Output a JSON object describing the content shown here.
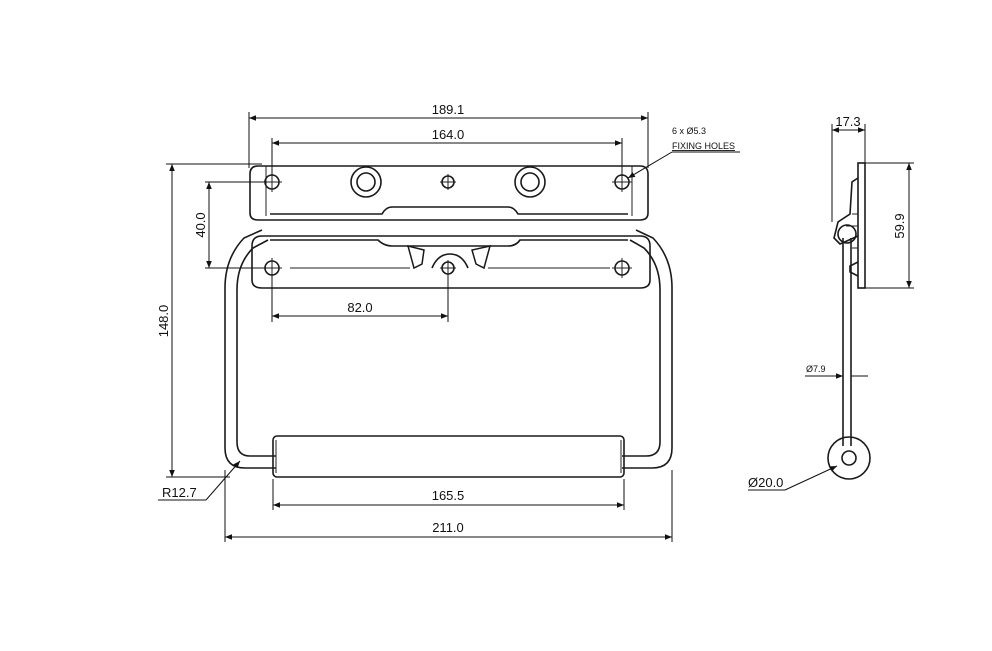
{
  "dimensions": {
    "top_overall": "189.1",
    "top_holes": "164.0",
    "vertical_holes": "40.0",
    "height_total": "148.0",
    "center_offset": "82.0",
    "grip_length": "165.5",
    "overall_width": "211.0",
    "bend_radius": "R12.7",
    "side_depth": "17.3",
    "side_height": "59.9",
    "rod_diameter": "Ø7.9",
    "grip_diameter": "Ø20.0"
  },
  "note": {
    "holes": "6 x Ø5.3",
    "holes_label": "FIXING HOLES"
  }
}
